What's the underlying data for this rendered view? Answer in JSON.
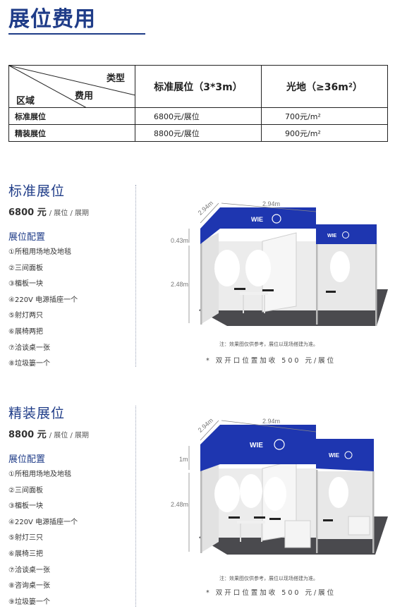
{
  "page": {
    "title": "展位费用"
  },
  "table": {
    "diag_top": "类型",
    "diag_mid": "费用",
    "diag_bottom": "区域",
    "col_headers": [
      "标准展位（3*3m）",
      "光地（≥36m²）"
    ],
    "rows": [
      {
        "name": "标准展位",
        "standard": "6800元/展位",
        "raw": "700元/m²"
      },
      {
        "name": "精装展位",
        "standard": "8800元/展位",
        "raw": "900元/m²"
      }
    ]
  },
  "standard": {
    "title": "标准展位",
    "price": "6800 元",
    "price_unit": "/ 展位 / 展期",
    "subtitle": "展位配置",
    "items": [
      "①所租用场地及地毯",
      "②三间面板",
      "③楣板一块",
      "④220V 电源插座一个",
      "⑤射灯两只",
      "⑥展椅两把",
      "⑦洽谈桌一张",
      "⑧垃圾篓一个"
    ],
    "dims": {
      "depth": "2.94m",
      "width": "2.94m",
      "fascia_h": "0.43m",
      "wall_h": "2.48m"
    },
    "note": "注：效果图仅供参考，展位以现场搭建为准。",
    "extra": "* 双开口位置加收 500 元/展位"
  },
  "deluxe": {
    "title": "精装展位",
    "price": "8800 元",
    "price_unit": "/ 展位 / 展期",
    "subtitle": "展位配置",
    "items": [
      "①所租用场地及地毯",
      "②三间面板",
      "③楣板一块",
      "④220V 电源插座一个",
      "⑤射灯三只",
      "⑥展椅三把",
      "⑦洽谈桌一张",
      "⑧咨询桌一张",
      "⑨垃圾篓一个"
    ],
    "dims": {
      "depth": "2.94m",
      "width": "2.94m",
      "fascia_h": "1m",
      "wall_h": "2.48m"
    },
    "note": "注：效果图仅供参考，展位以现场搭建为准。",
    "extra": "* 双开口位置加收 500 元/展位"
  },
  "brand": {
    "logo_text": "WIE",
    "accent": "#1f3c88",
    "fascia": "#1e36b0"
  }
}
